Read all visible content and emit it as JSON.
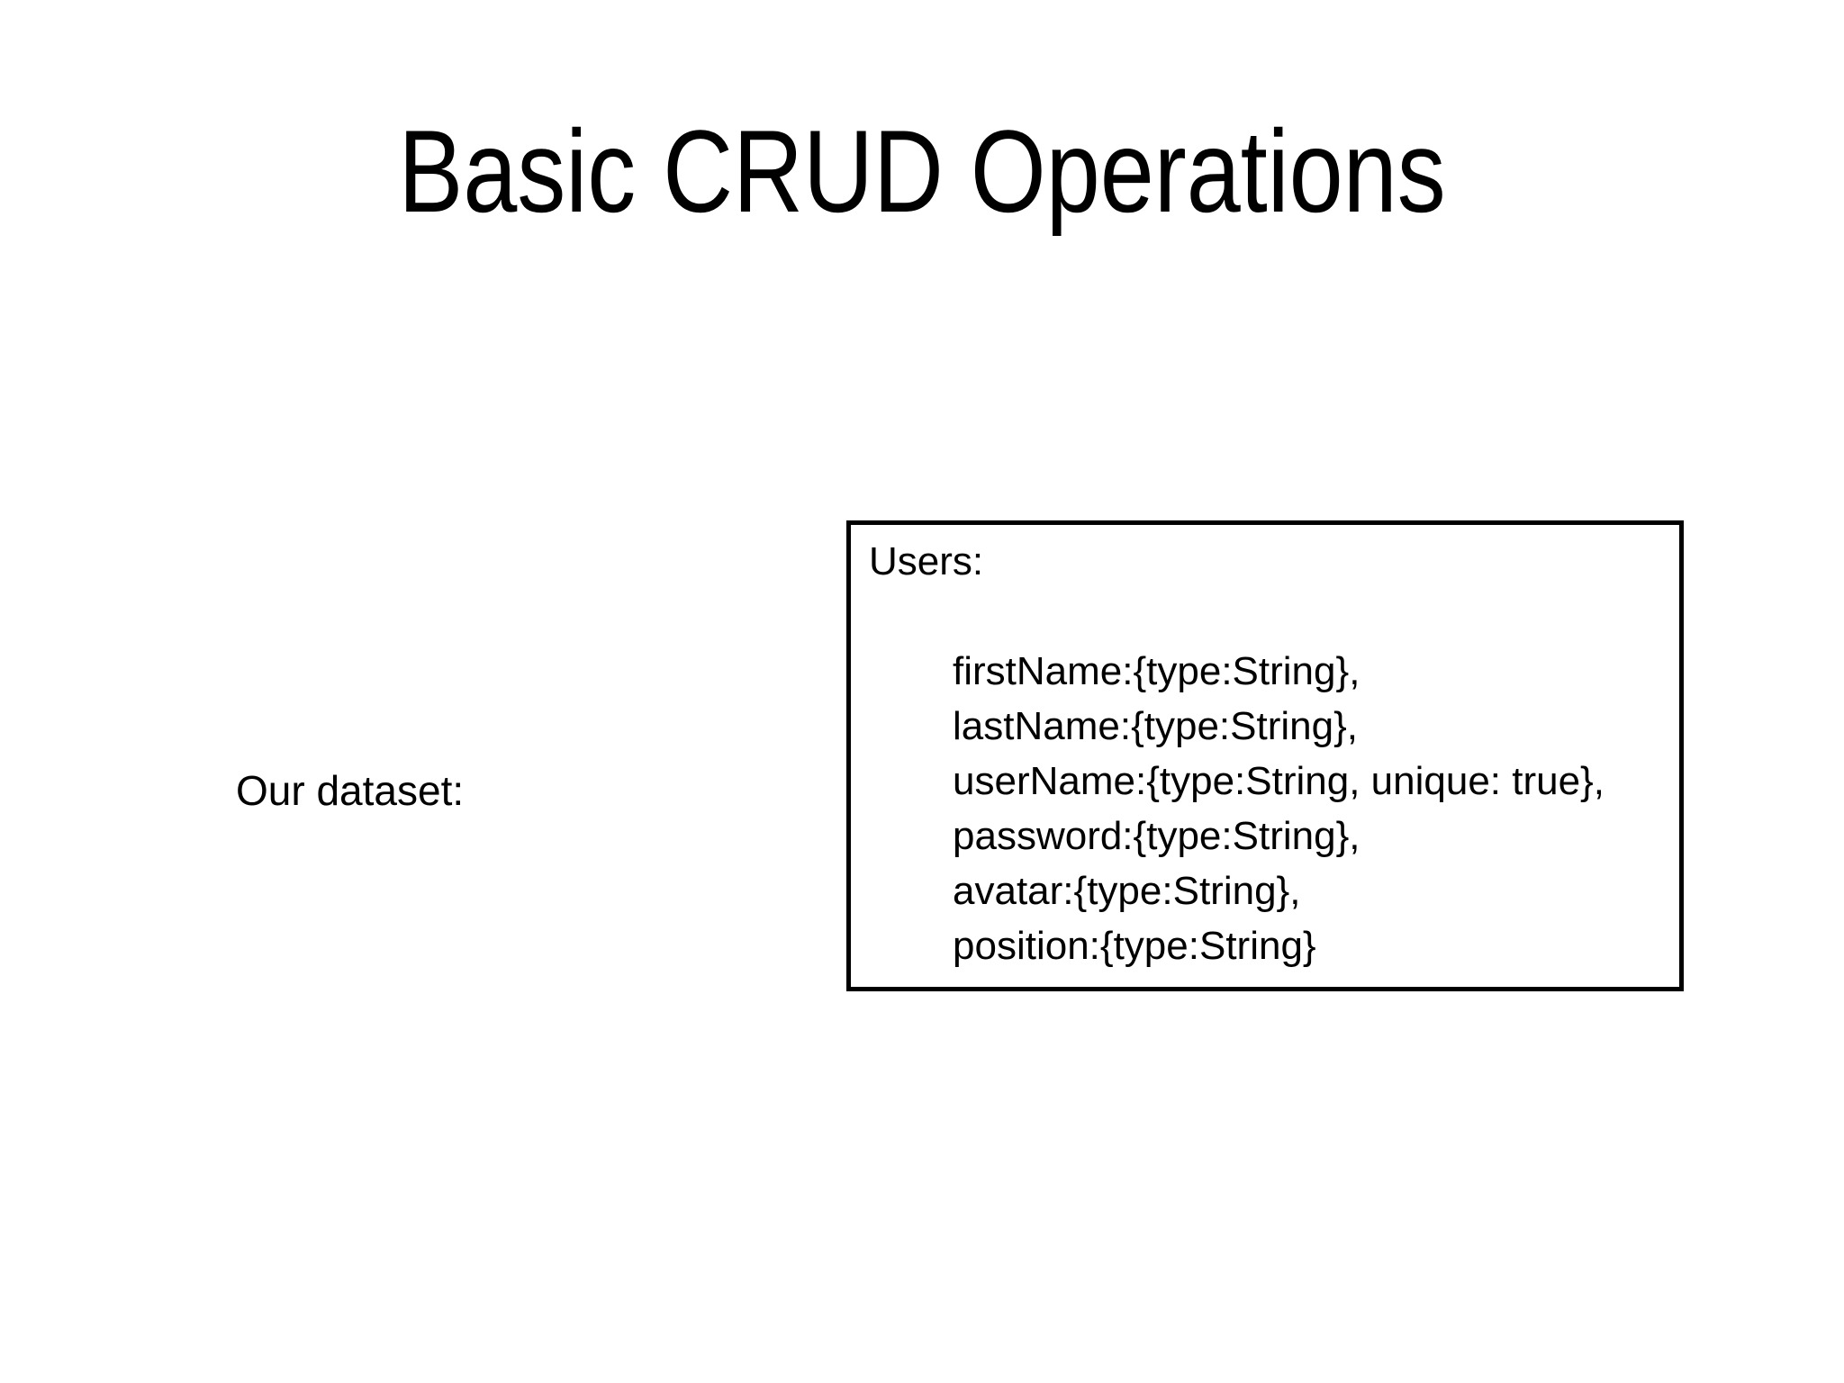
{
  "slide": {
    "title": "Basic CRUD Operations",
    "label": "Our dataset:",
    "dataset_box": {
      "heading": "Users:",
      "fields": [
        "firstName:{type:String},",
        "lastName:{type:String},",
        "userName:{type:String, unique: true},",
        "password:{type:String},",
        "avatar:{type:String},",
        "position:{type:String}"
      ]
    }
  },
  "colors": {
    "background": "#ffffff",
    "text": "#000000",
    "box_border": "#000000"
  }
}
